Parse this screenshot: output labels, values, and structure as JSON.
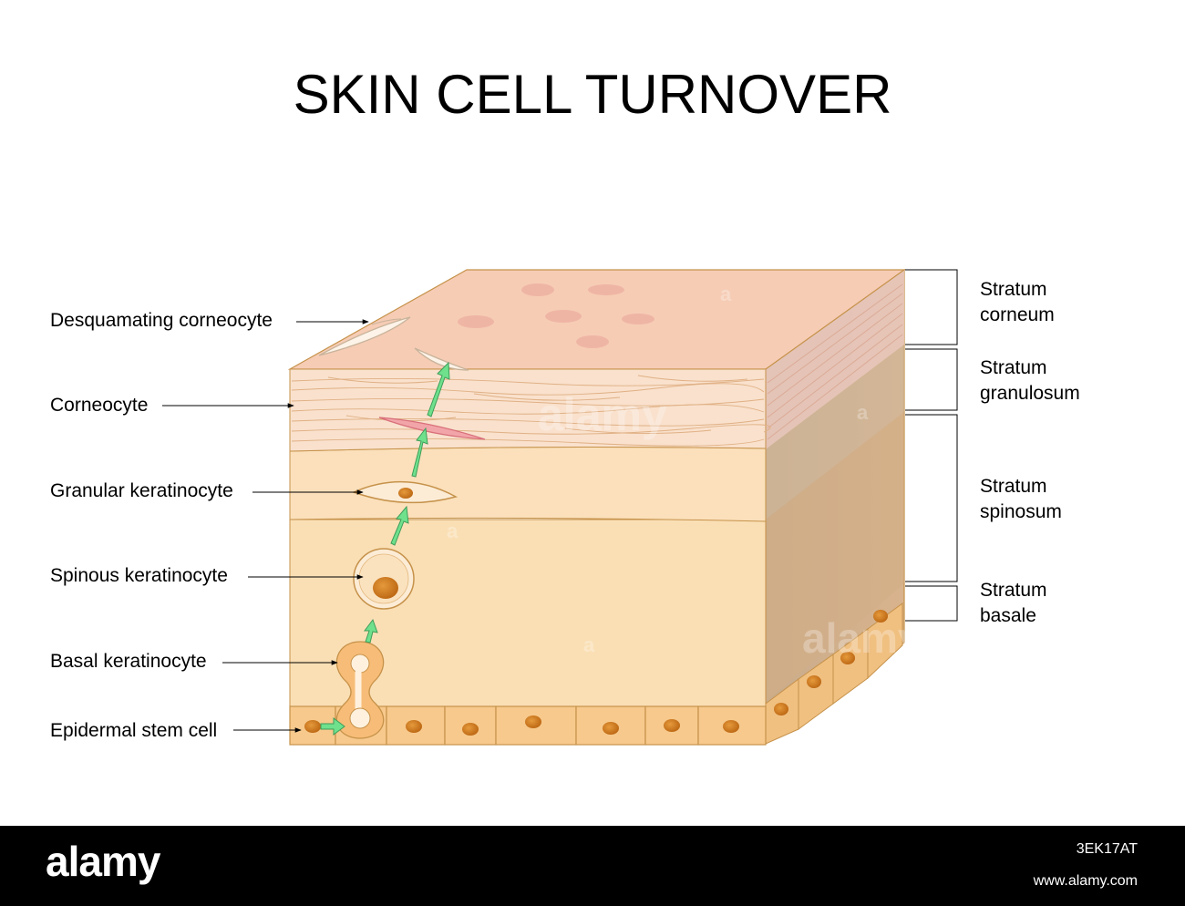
{
  "title": "SKIN CELL TURNOVER",
  "labels": {
    "desquamating": "Desquamating corneocyte",
    "corneocyte": "Corneocyte",
    "granular": "Granular keratinocyte",
    "spinous": "Spinous keratinocyte",
    "basal": "Basal keratinocyte",
    "stem": "Epidermal stem cell"
  },
  "layers": {
    "corneum": [
      "Stratum",
      "corneum"
    ],
    "granulosum": [
      "Stratum",
      "granulosum"
    ],
    "spinosum": [
      "Stratum",
      "spinosum"
    ],
    "basale": [
      "Stratum",
      "basale"
    ]
  },
  "watermark": "alamy",
  "footer": {
    "brand": "alamy",
    "code": "3EK17AT",
    "site": "www.alamy.com"
  },
  "colors": {
    "top_face": "#f6ccb5",
    "corneum": "#f9e1cd",
    "granular_layer": "#fbe0bb",
    "spinous_layer": "#fadfb5",
    "basal_cells": "#f7c98c",
    "side_face": "#d7b28c",
    "nucleus": "#c9761c",
    "arrow": "#6fe08c",
    "outline": "#c6924a"
  }
}
